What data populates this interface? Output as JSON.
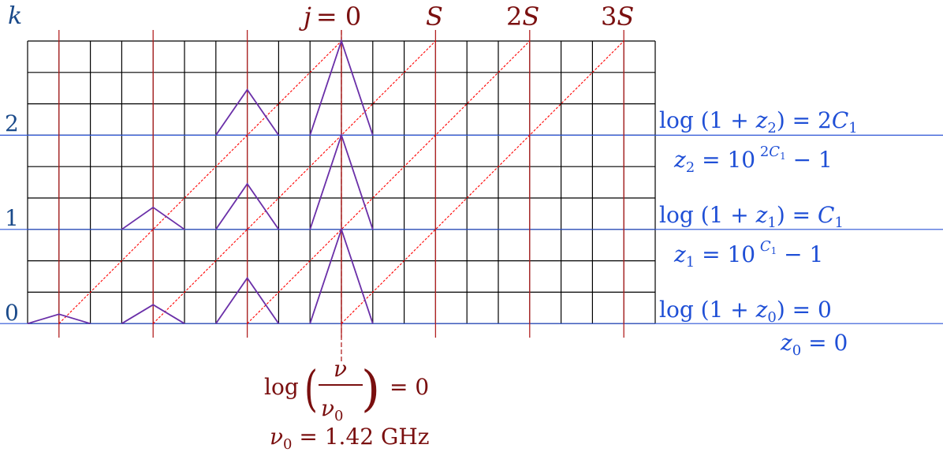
{
  "axis": {
    "k_label": "k",
    "k_ticks": [
      "0",
      "1",
      "2"
    ],
    "j_zero_label": "j = 0",
    "shift_labels": [
      "S",
      "2S",
      "3S"
    ]
  },
  "right_annotations": [
    {
      "log_prefix": "log (1 + z",
      "sub": "2",
      "log_suffix": ") = 2C",
      "suffix_sub": "1",
      "z_prefix": "z",
      "z_sub": "2",
      "z_eq": " =  10",
      "z_exp": "2C",
      "z_exp_sub": "1",
      "z_tail": " − 1"
    },
    {
      "log_prefix": "log (1 + z",
      "sub": "1",
      "log_suffix": ") = C",
      "suffix_sub": "1",
      "z_prefix": "z",
      "z_sub": "1",
      "z_eq": " =  10",
      "z_exp": "C",
      "z_exp_sub": "1",
      "z_tail": " − 1"
    },
    {
      "log_prefix": "log (1 + z",
      "sub": "0",
      "log_suffix": ") = 0",
      "suffix_sub": "",
      "z_prefix": "z",
      "z_sub": "0",
      "z_eq": " = 0",
      "z_exp": "",
      "z_exp_sub": "",
      "z_tail": ""
    }
  ],
  "bottom": {
    "log_word": "log",
    "nu": "ν",
    "nu0": "ν",
    "nu0_sub": "0",
    "eq_zero": "= 0",
    "nu0_def_sym": "ν",
    "nu0_def_sub": "0",
    "nu0_def_rest": " = 1.42 GHz"
  },
  "colors": {
    "grid": "#000000",
    "vline": "#b22222",
    "diag": "#ff0000",
    "hline": "#2d55d6",
    "peak": "#6a2fa8",
    "label_dark_red": "#7a0f0f",
    "label_blue": "#1f4fd6",
    "k_blue": "#1a4a8a"
  }
}
